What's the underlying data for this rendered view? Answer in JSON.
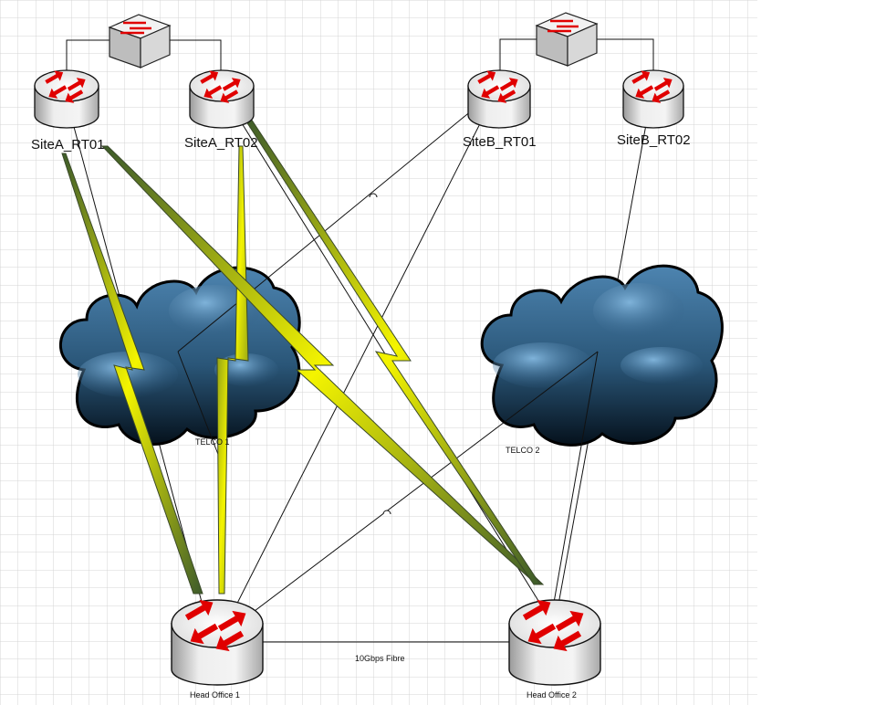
{
  "diagram": {
    "routers": {
      "sitea_rt01": "SiteA_RT01",
      "sitea_rt02": "SiteA_RT02",
      "siteb_rt01": "SiteB_RT01",
      "siteb_rt02": "SiteB_RT02",
      "head_office_1": "Head Office 1",
      "head_office_2": "Head Office 2"
    },
    "clouds": {
      "telco_1": "TELCO 1",
      "telco_2": "TELCO 2"
    },
    "links": {
      "head_office_link": "10Gbps Fibre"
    },
    "colors": {
      "router_arrow": "#e00000",
      "cloud": "#2f5f86",
      "wireless_link": "#f0f000",
      "grid": "#d4d4d4"
    }
  }
}
